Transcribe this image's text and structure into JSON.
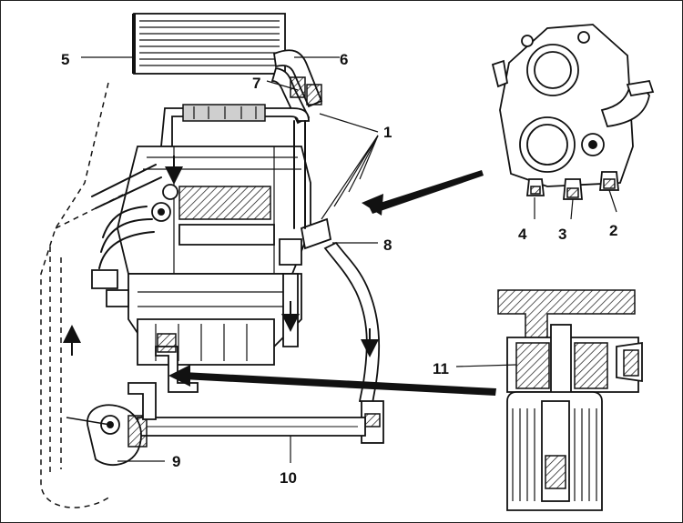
{
  "callouts": [
    {
      "id": "1",
      "text": "1"
    },
    {
      "id": "2",
      "text": "2"
    },
    {
      "id": "3",
      "text": "3"
    },
    {
      "id": "4",
      "text": "4"
    },
    {
      "id": "5",
      "text": "5"
    },
    {
      "id": "6",
      "text": "6"
    },
    {
      "id": "7",
      "text": "7"
    },
    {
      "id": "8",
      "text": "8"
    },
    {
      "id": "9",
      "text": "9"
    },
    {
      "id": "10",
      "text": "10"
    },
    {
      "id": "11",
      "text": "11"
    }
  ],
  "colors": {
    "ink": "#111111",
    "paper": "#ffffff",
    "shade": "#cfcfcf"
  }
}
